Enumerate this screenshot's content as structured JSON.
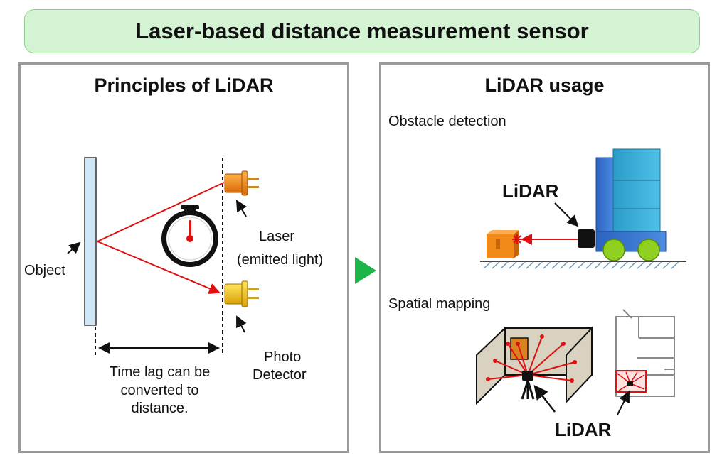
{
  "banner": {
    "title": "Laser-based distance measurement sensor"
  },
  "left_panel": {
    "title": "Principles of LiDAR",
    "object_label": "Object",
    "laser_label_line1": "Laser",
    "laser_label_line2": "(emitted light)",
    "detector_label_line1": "Photo",
    "detector_label_line2": "Detector",
    "caption_line1": "Time lag can be",
    "caption_line2": "converted to",
    "caption_line3": "distance."
  },
  "right_panel": {
    "title": "LiDAR usage",
    "section1_label": "Obstacle detection",
    "section1_lidar_label": "LiDAR",
    "section2_label": "Spatial mapping",
    "section2_lidar_label": "LiDAR"
  },
  "colors": {
    "banner_bg": "#d3f3d2",
    "laser_beam": "#e01010",
    "arrow_green": "#1db54a",
    "truck_blue": "#2f6fc8",
    "wheel_green": "#8fd11e",
    "box_orange": "#f28a1a"
  }
}
